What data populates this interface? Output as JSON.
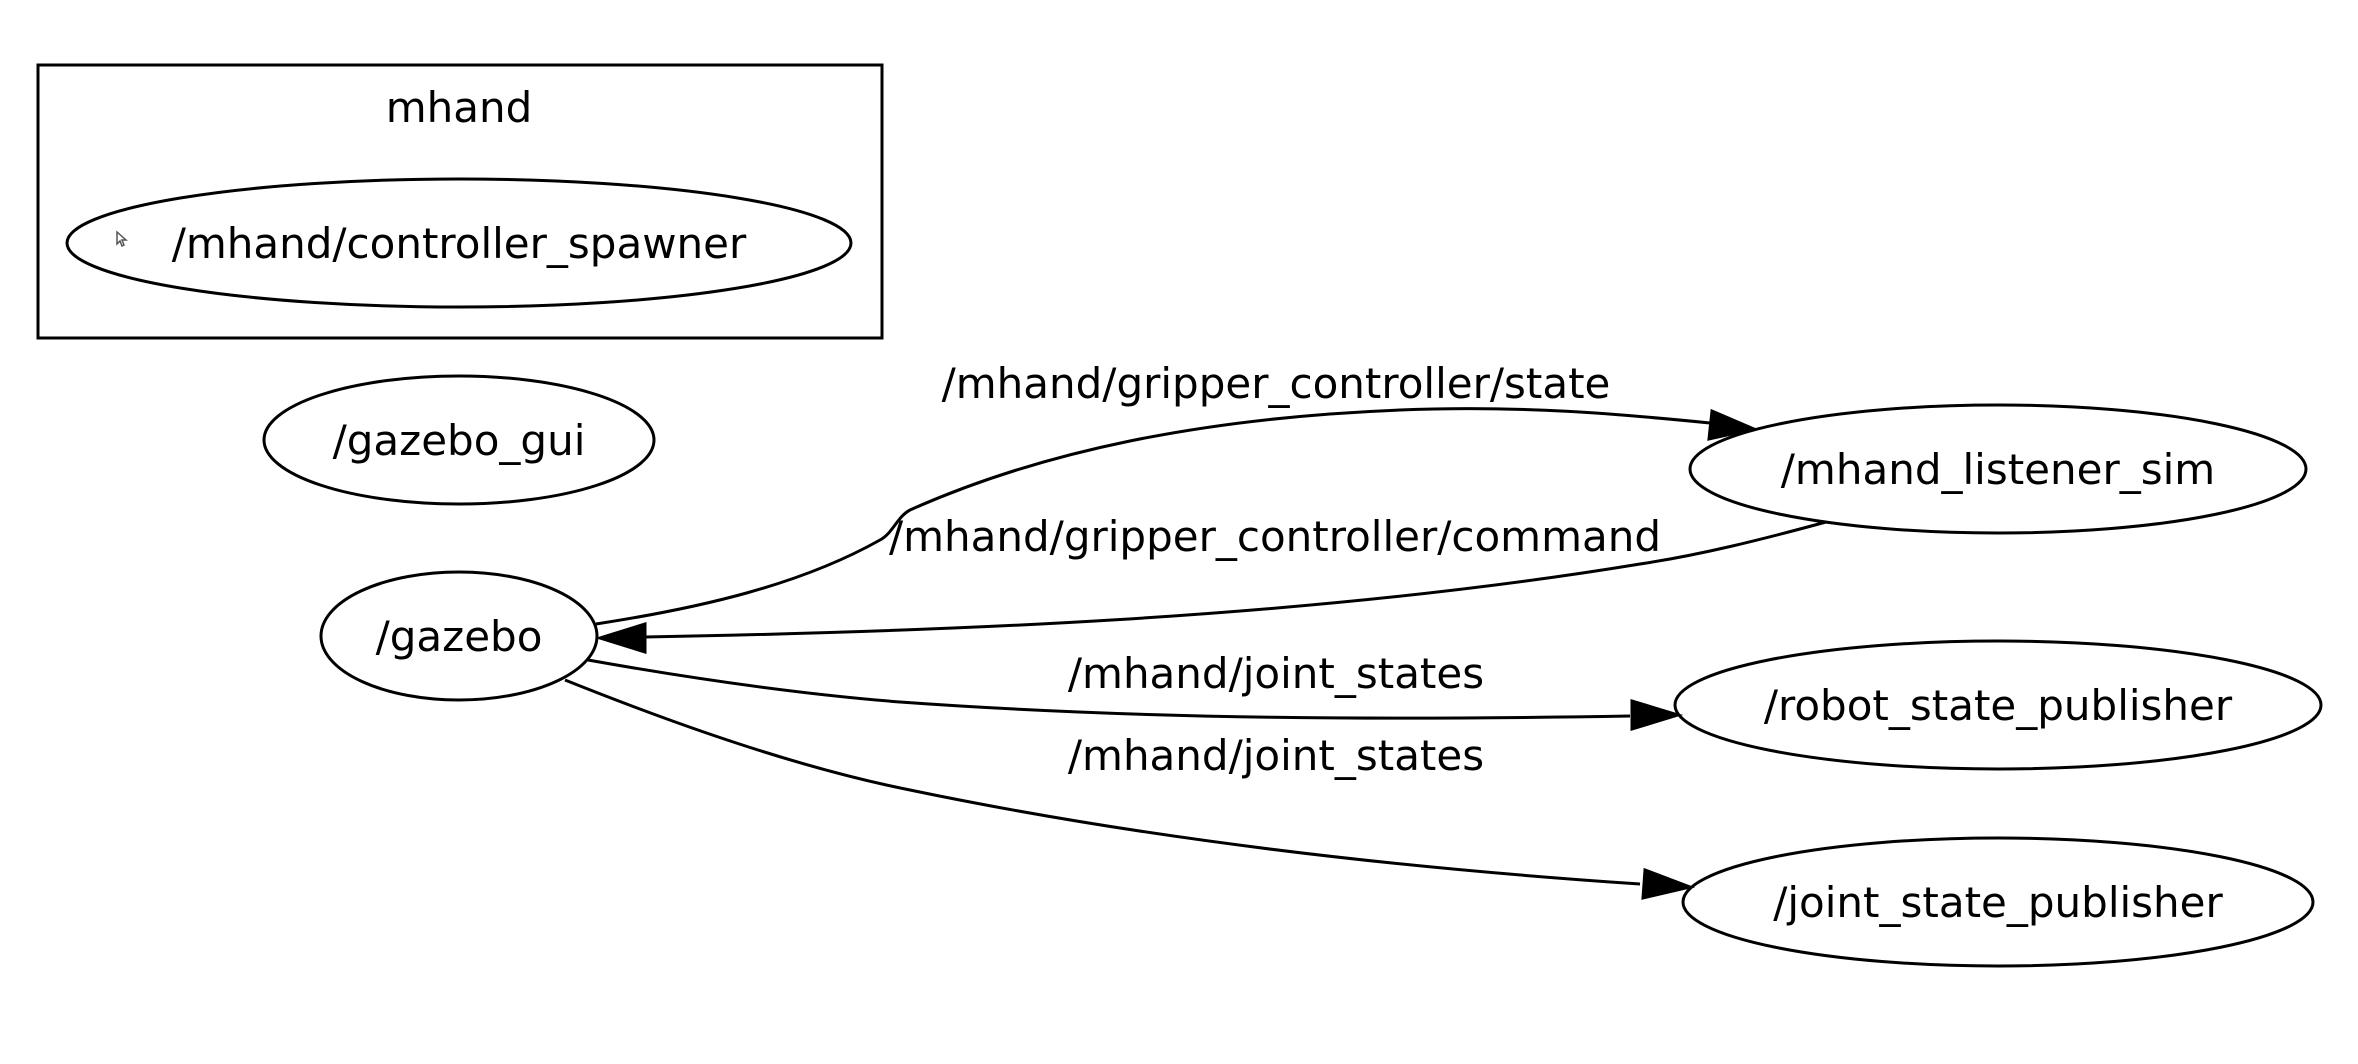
{
  "cluster": {
    "label": "mhand"
  },
  "nodes": {
    "controller_spawner": "/mhand/controller_spawner",
    "gazebo_gui": "/gazebo_gui",
    "gazebo": "/gazebo",
    "mhand_listener_sim": "/mhand_listener_sim",
    "robot_state_publisher": "/robot_state_publisher",
    "joint_state_publisher": "/joint_state_publisher"
  },
  "edges": {
    "gripper_state": "/mhand/gripper_controller/state",
    "gripper_command": "/mhand/gripper_controller/command",
    "joint_states_robot": "/mhand/joint_states",
    "joint_states_joint": "/mhand/joint_states"
  },
  "icons": {
    "cursor": "cursor-arrow-icon"
  }
}
